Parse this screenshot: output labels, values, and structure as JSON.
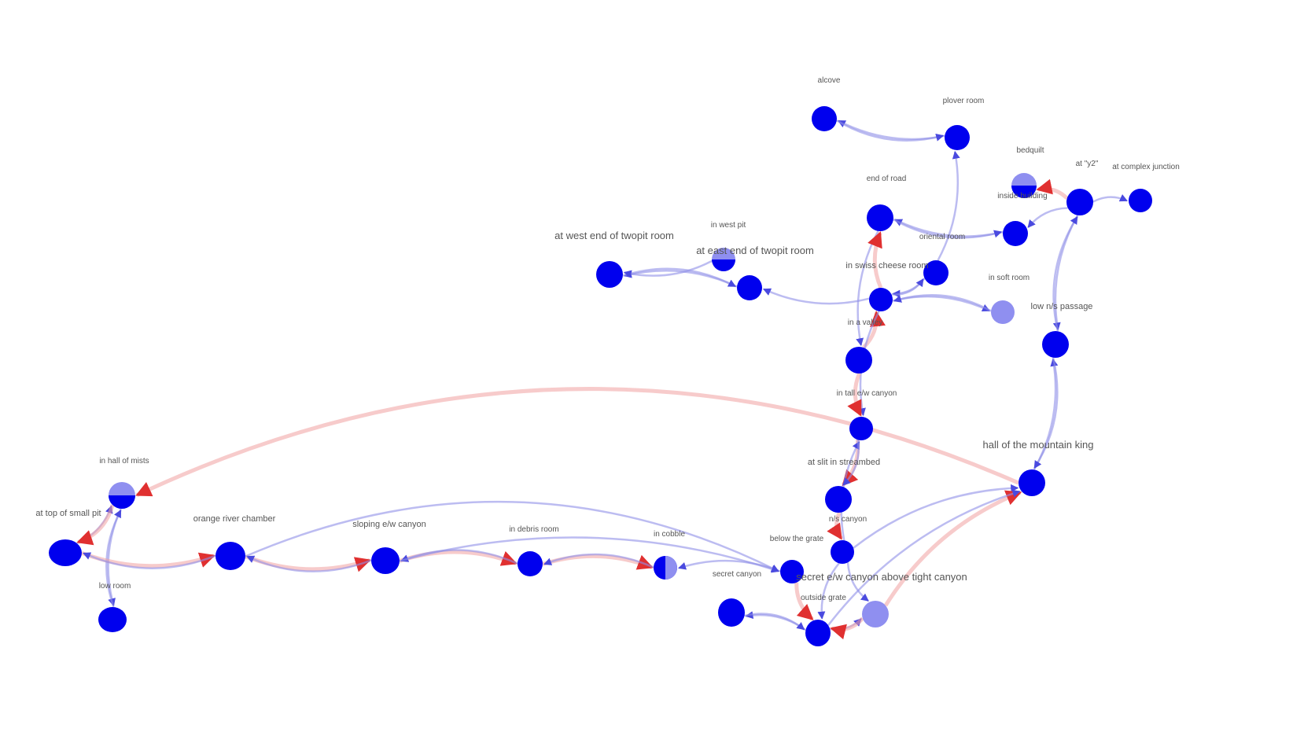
{
  "nodes": [
    {
      "id": "alcove",
      "label": "alcove",
      "style": "solid"
    },
    {
      "id": "plover_room",
      "label": "plover room",
      "style": "solid"
    },
    {
      "id": "bedquilt",
      "label": "bedquilt",
      "style": "half"
    },
    {
      "id": "at_y2",
      "label": "at \"y2\"",
      "style": "solid"
    },
    {
      "id": "at_complex_junction",
      "label": "at complex junction",
      "style": "solid"
    },
    {
      "id": "end_of_road",
      "label": "end of road",
      "style": "solid"
    },
    {
      "id": "inside_building",
      "label": "inside building",
      "style": "solid"
    },
    {
      "id": "oriental_room",
      "label": "oriental room",
      "style": "solid"
    },
    {
      "id": "in_west_pit",
      "label": "in west pit",
      "style": "half"
    },
    {
      "id": "at_west_end_of_twopit_room",
      "label": "at west end of twopit room",
      "style": "solid"
    },
    {
      "id": "at_east_end_of_twopit_room",
      "label": "at east end of twopit room",
      "style": "solid"
    },
    {
      "id": "in_swiss_cheese_room",
      "label": "in swiss cheese room",
      "style": "solid"
    },
    {
      "id": "in_soft_room",
      "label": "in soft room",
      "style": "light"
    },
    {
      "id": "low_ns_passage",
      "label": "low n/s passage",
      "style": "solid"
    },
    {
      "id": "in_a_valley",
      "label": "in a valley",
      "style": "solid"
    },
    {
      "id": "in_tall_ew_canyon",
      "label": "in tall e/w canyon",
      "style": "solid"
    },
    {
      "id": "hall_of_the_mountain_king",
      "label": "hall of the mountain king",
      "style": "solid"
    },
    {
      "id": "at_slit_in_streambed",
      "label": "at slit in streambed",
      "style": "solid"
    },
    {
      "id": "ns_canyon",
      "label": "n/s canyon",
      "style": "solid"
    },
    {
      "id": "below_the_grate",
      "label": "below the grate",
      "style": "solid"
    },
    {
      "id": "in_hall_of_mists",
      "label": "in hall of mists",
      "style": "half"
    },
    {
      "id": "at_top_of_small_pit",
      "label": "at top of small pit",
      "style": "solid"
    },
    {
      "id": "low_room",
      "label": "low room",
      "style": "solid"
    },
    {
      "id": "orange_river_chamber",
      "label": "orange river chamber",
      "style": "solid"
    },
    {
      "id": "sloping_ew_canyon",
      "label": "sloping e/w canyon",
      "style": "solid"
    },
    {
      "id": "in_debris_room",
      "label": "in debris room",
      "style": "solid"
    },
    {
      "id": "in_cobble",
      "label": "in cobble",
      "style": "split"
    },
    {
      "id": "secret_canyon",
      "label": "secret canyon",
      "style": "solid"
    },
    {
      "id": "secret_ew_canyon_above_tight_canyon",
      "label": "secret e/w canyon above tight canyon",
      "style": "light"
    },
    {
      "id": "outside_grate",
      "label": "outside grate",
      "style": "solid"
    }
  ],
  "edges": [
    {
      "from": "plover_room",
      "to": "alcove",
      "kind": "blue"
    },
    {
      "from": "alcove",
      "to": "plover_room",
      "kind": "blue"
    },
    {
      "from": "oriental_room",
      "to": "plover_room",
      "kind": "blue"
    },
    {
      "from": "at_y2",
      "to": "bedquilt",
      "kind": "red"
    },
    {
      "from": "at_y2",
      "to": "at_complex_junction",
      "kind": "blue"
    },
    {
      "from": "at_y2",
      "to": "inside_building",
      "kind": "blue"
    },
    {
      "from": "inside_building",
      "to": "end_of_road",
      "kind": "blue"
    },
    {
      "from": "end_of_road",
      "to": "inside_building",
      "kind": "blue"
    },
    {
      "from": "end_of_road",
      "to": "in_a_valley",
      "kind": "blue"
    },
    {
      "from": "in_swiss_cheese_room",
      "to": "end_of_road",
      "kind": "red"
    },
    {
      "from": "at_east_end_of_twopit_room",
      "to": "at_west_end_of_twopit_room",
      "kind": "blue"
    },
    {
      "from": "at_west_end_of_twopit_room",
      "to": "at_east_end_of_twopit_room",
      "kind": "blue"
    },
    {
      "from": "in_west_pit",
      "to": "at_west_end_of_twopit_room",
      "kind": "blue"
    },
    {
      "from": "in_swiss_cheese_room",
      "to": "at_east_end_of_twopit_room",
      "kind": "blue"
    },
    {
      "from": "oriental_room",
      "to": "in_swiss_cheese_room",
      "kind": "blue"
    },
    {
      "from": "in_swiss_cheese_room",
      "to": "oriental_room",
      "kind": "blue"
    },
    {
      "from": "in_swiss_cheese_room",
      "to": "in_soft_room",
      "kind": "blue"
    },
    {
      "from": "in_soft_room",
      "to": "in_swiss_cheese_room",
      "kind": "blue"
    },
    {
      "from": "at_y2",
      "to": "low_ns_passage",
      "kind": "blue"
    },
    {
      "from": "low_ns_passage",
      "to": "at_y2",
      "kind": "blue"
    },
    {
      "from": "in_a_valley",
      "to": "in_swiss_cheese_room",
      "kind": "red"
    },
    {
      "from": "in_swiss_cheese_room",
      "to": "in_tall_ew_canyon",
      "kind": "blue"
    },
    {
      "from": "in_a_valley",
      "to": "in_tall_ew_canyon",
      "kind": "red"
    },
    {
      "from": "in_tall_ew_canyon",
      "to": "at_slit_in_streambed",
      "kind": "red"
    },
    {
      "from": "at_slit_in_streambed",
      "to": "ns_canyon",
      "kind": "red"
    },
    {
      "from": "ns_canyon",
      "to": "in_tall_ew_canyon",
      "kind": "blue"
    },
    {
      "from": "hall_of_the_mountain_king",
      "to": "low_ns_passage",
      "kind": "blue"
    },
    {
      "from": "low_ns_passage",
      "to": "hall_of_the_mountain_king",
      "kind": "blue"
    },
    {
      "from": "in_tall_ew_canyon",
      "to": "at_slit_in_streambed",
      "kind": "blue"
    },
    {
      "from": "ns_canyon",
      "to": "hall_of_the_mountain_king",
      "kind": "blue"
    },
    {
      "from": "hall_of_the_mountain_king",
      "to": "in_hall_of_mists",
      "kind": "red"
    },
    {
      "from": "secret_ew_canyon_above_tight_canyon",
      "to": "hall_of_the_mountain_king",
      "kind": "red"
    },
    {
      "from": "outside_grate",
      "to": "hall_of_the_mountain_king",
      "kind": "blue"
    },
    {
      "from": "at_top_of_small_pit",
      "to": "in_hall_of_mists",
      "kind": "blue"
    },
    {
      "from": "in_hall_of_mists",
      "to": "low_room",
      "kind": "blue"
    },
    {
      "from": "low_room",
      "to": "in_hall_of_mists",
      "kind": "blue"
    },
    {
      "from": "in_hall_of_mists",
      "to": "at_top_of_small_pit",
      "kind": "red"
    },
    {
      "from": "at_top_of_small_pit",
      "to": "orange_river_chamber",
      "kind": "red"
    },
    {
      "from": "orange_river_chamber",
      "to": "at_top_of_small_pit",
      "kind": "blue"
    },
    {
      "from": "orange_river_chamber",
      "to": "sloping_ew_canyon",
      "kind": "red"
    },
    {
      "from": "sloping_ew_canyon",
      "to": "orange_river_chamber",
      "kind": "blue"
    },
    {
      "from": "sloping_ew_canyon",
      "to": "in_debris_room",
      "kind": "red"
    },
    {
      "from": "in_debris_room",
      "to": "sloping_ew_canyon",
      "kind": "blue"
    },
    {
      "from": "in_debris_room",
      "to": "in_cobble",
      "kind": "red"
    },
    {
      "from": "in_cobble",
      "to": "in_debris_room",
      "kind": "blue"
    },
    {
      "from": "below_the_grate",
      "to": "in_cobble",
      "kind": "blue"
    },
    {
      "from": "orange_river_chamber",
      "to": "below_the_grate",
      "kind": "blue"
    },
    {
      "from": "sloping_ew_canyon",
      "to": "below_the_grate",
      "kind": "blue"
    },
    {
      "from": "ns_canyon",
      "to": "outside_grate",
      "kind": "blue"
    },
    {
      "from": "outside_grate",
      "to": "secret_canyon",
      "kind": "blue"
    },
    {
      "from": "secret_canyon",
      "to": "outside_grate",
      "kind": "blue"
    },
    {
      "from": "outside_grate",
      "to": "secret_ew_canyon_above_tight_canyon",
      "kind": "blue"
    },
    {
      "from": "secret_ew_canyon_above_tight_canyon",
      "to": "outside_grate",
      "kind": "red"
    },
    {
      "from": "below_the_grate",
      "to": "outside_grate",
      "kind": "red"
    },
    {
      "from": "ns_canyon",
      "to": "secret_ew_canyon_above_tight_canyon",
      "kind": "blue"
    }
  ],
  "colors": {
    "node_fill": "#0000ee",
    "node_light": "#8f8ff0",
    "edge_blue": "#9090e8",
    "edge_red": "#f0a0a0",
    "arrow_blue": "#4a4adf",
    "arrow_red": "#e03030",
    "label": "#555555",
    "background": "#ffffff"
  }
}
